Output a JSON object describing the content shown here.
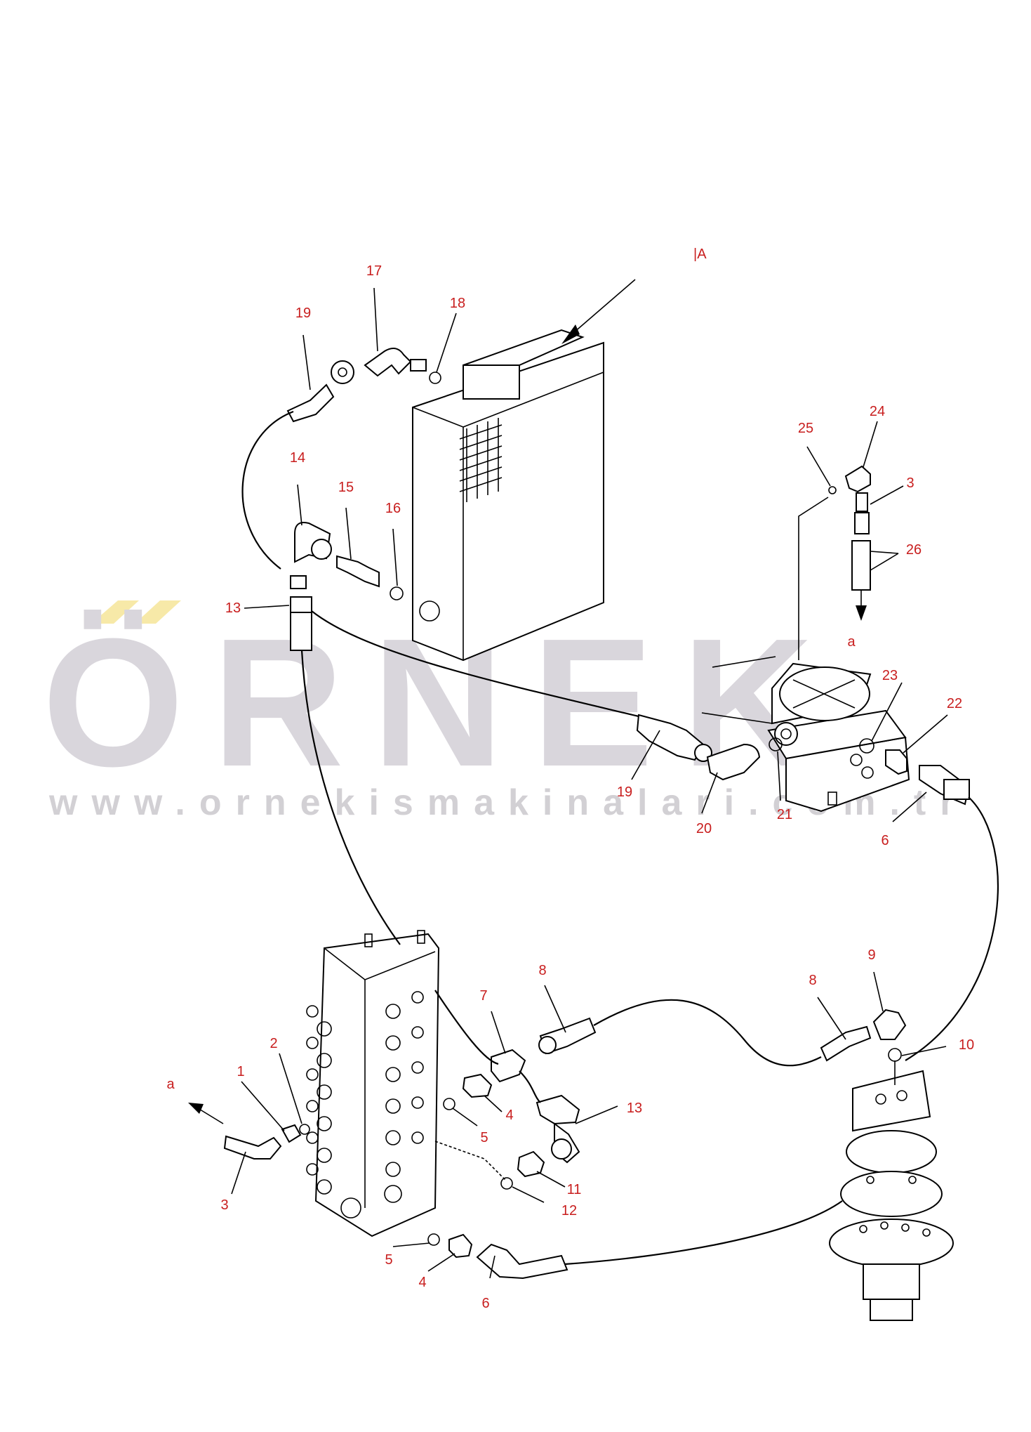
{
  "diagram": {
    "view_ref": "|A",
    "watermark": {
      "brand": "ÖRNEK",
      "url": "www.ornekismakinalari.com.tr",
      "accent_color": "#f7e9a8",
      "text_color": "#d9d6dc"
    },
    "flow_marker": "a",
    "callouts": {
      "c19_top": "19",
      "c17": "17",
      "c18": "18",
      "c14": "14",
      "c15": "15",
      "c16": "16",
      "c13_top": "13",
      "c25": "25",
      "c24": "24",
      "c3_top": "3",
      "c26": "26",
      "c23": "23",
      "c22": "22",
      "c19_mid": "19",
      "c20": "20",
      "c21": "21",
      "c6_right": "6",
      "c8_left": "8",
      "c7": "7",
      "c8_right": "8",
      "c9": "9",
      "c10": "10",
      "c13_low": "13",
      "c4_mid": "4",
      "c5_mid": "5",
      "c11": "11",
      "c12": "12",
      "c1": "1",
      "c2": "2",
      "c3_low": "3",
      "c5_low": "5",
      "c4_low": "4",
      "c6_low": "6"
    },
    "arrow_labels": {
      "a_top": "a",
      "a_low": "a"
    }
  }
}
